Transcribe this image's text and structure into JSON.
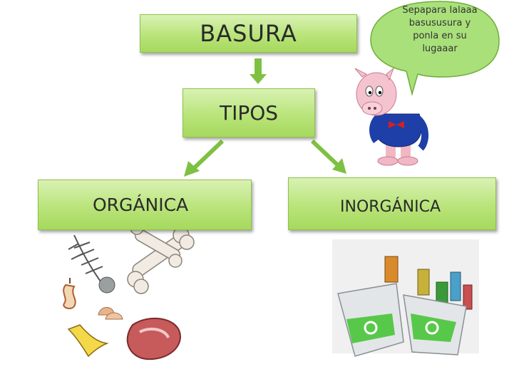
{
  "diagram": {
    "root_label": "BASURA",
    "middle_label": "TIPOS",
    "left_label": "ORGÁNICA",
    "right_label": "INORGÁNICA"
  },
  "speech_bubble": {
    "lines": [
      "Sepapara lalaaa",
      "basususura y",
      "ponla en su",
      "lugaaar"
    ]
  },
  "colors": {
    "box_fill": "#b9e47a",
    "arrow": "#7ec142",
    "bubble_fill": "#a9e07a"
  },
  "illustrations": [
    "pig-character",
    "organic-waste-cluster",
    "recycling-bins"
  ]
}
